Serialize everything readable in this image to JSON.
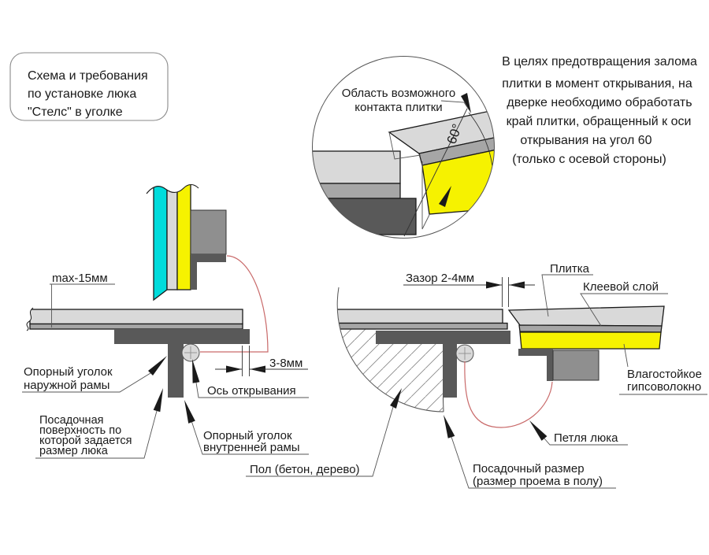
{
  "title_box": {
    "lines": [
      "Схема и требования",
      "по установке люка",
      "\"Стелс\" в уголке"
    ]
  },
  "note": {
    "lines": [
      "В целях предотвращения залома",
      "плитки в момент открывания, на",
      "дверке необходимо обработать",
      "край плитки, обращенный к оси",
      "открывания на угол 60",
      "(только с осевой стороны)"
    ]
  },
  "detail": {
    "label_line1": "Область возможного",
    "label_line2": "контакта плитки",
    "angle": "60°"
  },
  "left_diagram": {
    "dim_max": "max-15мм",
    "dim_gap": "3-8мм",
    "label_outer_angle": [
      "Опорный уголок",
      "наружной рамы"
    ],
    "label_axis": "Ось открывания",
    "label_seat": [
      "Посадочная",
      "поверхность по",
      "которой задается",
      "размер люка"
    ],
    "label_inner_angle": [
      "Опорный уголок",
      "внутренней рамы"
    ]
  },
  "right_diagram": {
    "dim_gap": "Зазор 2-4мм",
    "label_tile": "Плитка",
    "label_glue": "Клеевой слой",
    "label_gypsum": [
      "Влагостойкое",
      "гипсоволокно"
    ],
    "label_hinge": "Петля люка",
    "label_floor": "Пол (бетон, дерево)",
    "label_opening": [
      "Посадочный размер",
      "(размер проема в полу)"
    ]
  },
  "colors": {
    "tile_light": "#d9d9d9",
    "glue_gray": "#a6a6a6",
    "frame_dark": "#595959",
    "frame_gray": "#8f8f8f",
    "gypsum_yellow": "#f6f200",
    "tile_cyan": "#00dcdc",
    "swing_red": "#c96a6a",
    "hinge_fill": "#d9d9d9"
  }
}
